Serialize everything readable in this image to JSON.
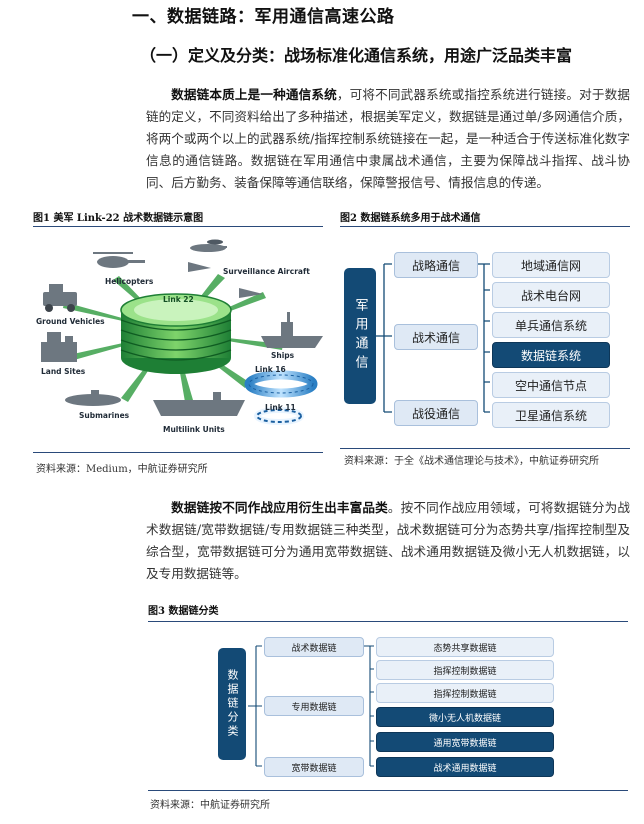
{
  "heading1": "一、数据链路：军用通信高速公路",
  "heading2": "（一）定义及分类：战场标准化通信系统，用途广泛品类丰富",
  "para1_lead": "数据链本质上是一种通信系统",
  "para1_rest": "，可将不同武器系统或指控系统进行链接。对于数据链的定义，不同资料给出了多种描述，根据美军定义，数据链是通过单/多网通信介质，将两个或两个以上的武器系统/指挥控制系统链接在一起，是一种适合于传送标准化数字信息的通信链路。数据链在军用通信中隶属战术通信，主要为保障战斗指挥、战斗协同、后方勤务、装备保障等通信联络，保障警报信号、情报信息的传递。",
  "fig1": {
    "title": "图1 美军 Link-22 战术数据链示意图",
    "source": "资料来源：Medium，中航证券研究所",
    "labels": {
      "helicopters": "Helicopters",
      "surveillance": "Surveillance Aircraft",
      "link22": "Link 22",
      "ground": "Ground Vehicles",
      "ships": "Ships",
      "land": "Land Sites",
      "link16": "Link 16",
      "link11": "Link 11",
      "submarines": "Submarines",
      "multilink": "Multilink Units"
    }
  },
  "fig2": {
    "title": "图2 数据链系统多用于战术通信",
    "source": "资料来源：于全《战术通信理论与技术》，中航证券研究所",
    "root": "军用通信",
    "level1": [
      "战略通信",
      "战术通信",
      "战役通信"
    ],
    "level2": [
      "地域通信网",
      "战术电台网",
      "单兵通信系统",
      "数据链系统",
      "空中通信节点",
      "卫星通信系统"
    ],
    "highlight_index": 3
  },
  "para2_lead": "数据链按不同作战应用衍生出丰富品类",
  "para2_rest": "。按不同作战应用领域，可将数据链分为战术数据链/宽带数据链/专用数据链三种类型，战术数据链可分为态势共享/指挥控制型及综合型，宽带数据链可分为通用宽带数据链、战术通用数据链及微小无人机数据链，以及专用数据链等。",
  "fig3": {
    "title": "图3 数据链分类",
    "source": "资料来源：中航证券研究所",
    "root": "数据链分类",
    "level1": [
      "战术数据链",
      "专用数据链",
      "宽带数据链"
    ],
    "level2": [
      "态势共享数据链",
      "指挥控制数据链",
      "指挥控制数据链",
      "微小无人机数据链",
      "通用宽带数据链",
      "战术通用数据链"
    ],
    "dark_from_index": 3
  },
  "colors": {
    "navy": "#134a75",
    "light": "#e9f0f8",
    "green": "#3fa34d",
    "rule": "#2a4a7a"
  }
}
